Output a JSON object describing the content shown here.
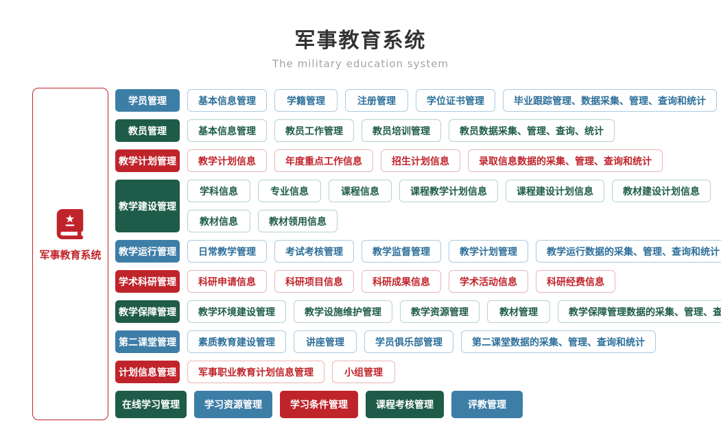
{
  "header": {
    "title": "军事教育系统",
    "subtitle": "The military education system"
  },
  "sidebar": {
    "icon": "book-star-icon",
    "label": "军事教育系统"
  },
  "colors": {
    "blue": "#3d7ea7",
    "green": "#1e5c49",
    "red": "#c0242b",
    "title_text": "#333333",
    "subtitle_text": "#a3a3a3"
  },
  "rows": [
    {
      "category": {
        "label": "学员管理",
        "style": "solid-blue"
      },
      "item_lines": [
        [
          {
            "label": "基本信息管理",
            "style": "outline-blue"
          },
          {
            "label": "学籍管理",
            "style": "outline-blue"
          },
          {
            "label": "注册管理",
            "style": "outline-blue"
          },
          {
            "label": "学位证书管理",
            "style": "outline-blue"
          },
          {
            "label": "毕业跟踪管理、数据采集、管理、查询和统计",
            "style": "outline-blue"
          }
        ]
      ]
    },
    {
      "category": {
        "label": "教员管理",
        "style": "solid-green"
      },
      "item_lines": [
        [
          {
            "label": "基本信息管理",
            "style": "outline-green"
          },
          {
            "label": "教员工作管理",
            "style": "outline-green"
          },
          {
            "label": "教员培训管理",
            "style": "outline-green"
          },
          {
            "label": "教员数据采集、管理、查询、统计",
            "style": "outline-green"
          }
        ]
      ]
    },
    {
      "category": {
        "label": "教学计划管理",
        "style": "solid-red"
      },
      "item_lines": [
        [
          {
            "label": "教学计划信息",
            "style": "outline-red"
          },
          {
            "label": "年度重点工作信息",
            "style": "outline-red"
          },
          {
            "label": "招生计划信息",
            "style": "outline-red"
          },
          {
            "label": "录取信息数据的采集、管理、查询和统计",
            "style": "outline-red"
          }
        ]
      ]
    },
    {
      "category": {
        "label": "教学建设管理",
        "style": "solid-green"
      },
      "item_lines": [
        [
          {
            "label": "学科信息",
            "style": "outline-green"
          },
          {
            "label": "专业信息",
            "style": "outline-green"
          },
          {
            "label": "课程信息",
            "style": "outline-green"
          },
          {
            "label": "课程教学计划信息",
            "style": "outline-green"
          },
          {
            "label": "课程建设计划信息",
            "style": "outline-green"
          },
          {
            "label": "教材建设计划信息",
            "style": "outline-green"
          }
        ],
        [
          {
            "label": "教材信息",
            "style": "outline-green"
          },
          {
            "label": "教材领用信息",
            "style": "outline-green"
          }
        ]
      ]
    },
    {
      "category": {
        "label": "教学运行管理",
        "style": "solid-blue"
      },
      "item_lines": [
        [
          {
            "label": "日常教学管理",
            "style": "outline-blue"
          },
          {
            "label": "考试考核管理",
            "style": "outline-blue"
          },
          {
            "label": "教学监督管理",
            "style": "outline-blue"
          },
          {
            "label": "教学计划管理",
            "style": "outline-blue"
          },
          {
            "label": "教学运行数据的采集、管理、查询和统计",
            "style": "outline-blue"
          }
        ]
      ]
    },
    {
      "category": {
        "label": "学术科研管理",
        "style": "solid-red"
      },
      "item_lines": [
        [
          {
            "label": "科研申请信息",
            "style": "outline-red"
          },
          {
            "label": "科研项目信息",
            "style": "outline-red"
          },
          {
            "label": "科研成果信息",
            "style": "outline-red"
          },
          {
            "label": "学术活动信息",
            "style": "outline-red"
          },
          {
            "label": "科研经费信息",
            "style": "outline-red"
          }
        ]
      ]
    },
    {
      "category": {
        "label": "教学保障管理",
        "style": "solid-green"
      },
      "item_lines": [
        [
          {
            "label": "教学环境建设管理",
            "style": "outline-green"
          },
          {
            "label": "教学设施维护管理",
            "style": "outline-green"
          },
          {
            "label": "教学资源管理",
            "style": "outline-green"
          },
          {
            "label": "教材管理",
            "style": "outline-green"
          },
          {
            "label": "教学保障管理数据的采集、管理、查询和统计",
            "style": "outline-green"
          }
        ]
      ]
    },
    {
      "category": {
        "label": "第二课堂管理",
        "style": "solid-blue"
      },
      "item_lines": [
        [
          {
            "label": "素质教育建设管理",
            "style": "outline-blue"
          },
          {
            "label": "讲座管理",
            "style": "outline-blue"
          },
          {
            "label": "学员俱乐部管理",
            "style": "outline-blue"
          },
          {
            "label": "第二课堂数据的采集、管理、查询和统计",
            "style": "outline-blue"
          }
        ]
      ]
    },
    {
      "category": {
        "label": "计划信息管理",
        "style": "solid-red"
      },
      "item_lines": [
        [
          {
            "label": "军事职业教育计划信息管理",
            "style": "outline-red"
          },
          {
            "label": "小组管理",
            "style": "outline-red"
          }
        ]
      ]
    },
    {
      "category": {
        "label": "在线学习管理",
        "style": "solid-green"
      },
      "item_lines": [
        [
          {
            "label": "学习资源管理",
            "style": "solid-blue"
          },
          {
            "label": "学习条件管理",
            "style": "solid-red"
          },
          {
            "label": "课程考核管理",
            "style": "solid-green"
          },
          {
            "label": "评教管理",
            "style": "solid-blue"
          }
        ]
      ]
    }
  ]
}
